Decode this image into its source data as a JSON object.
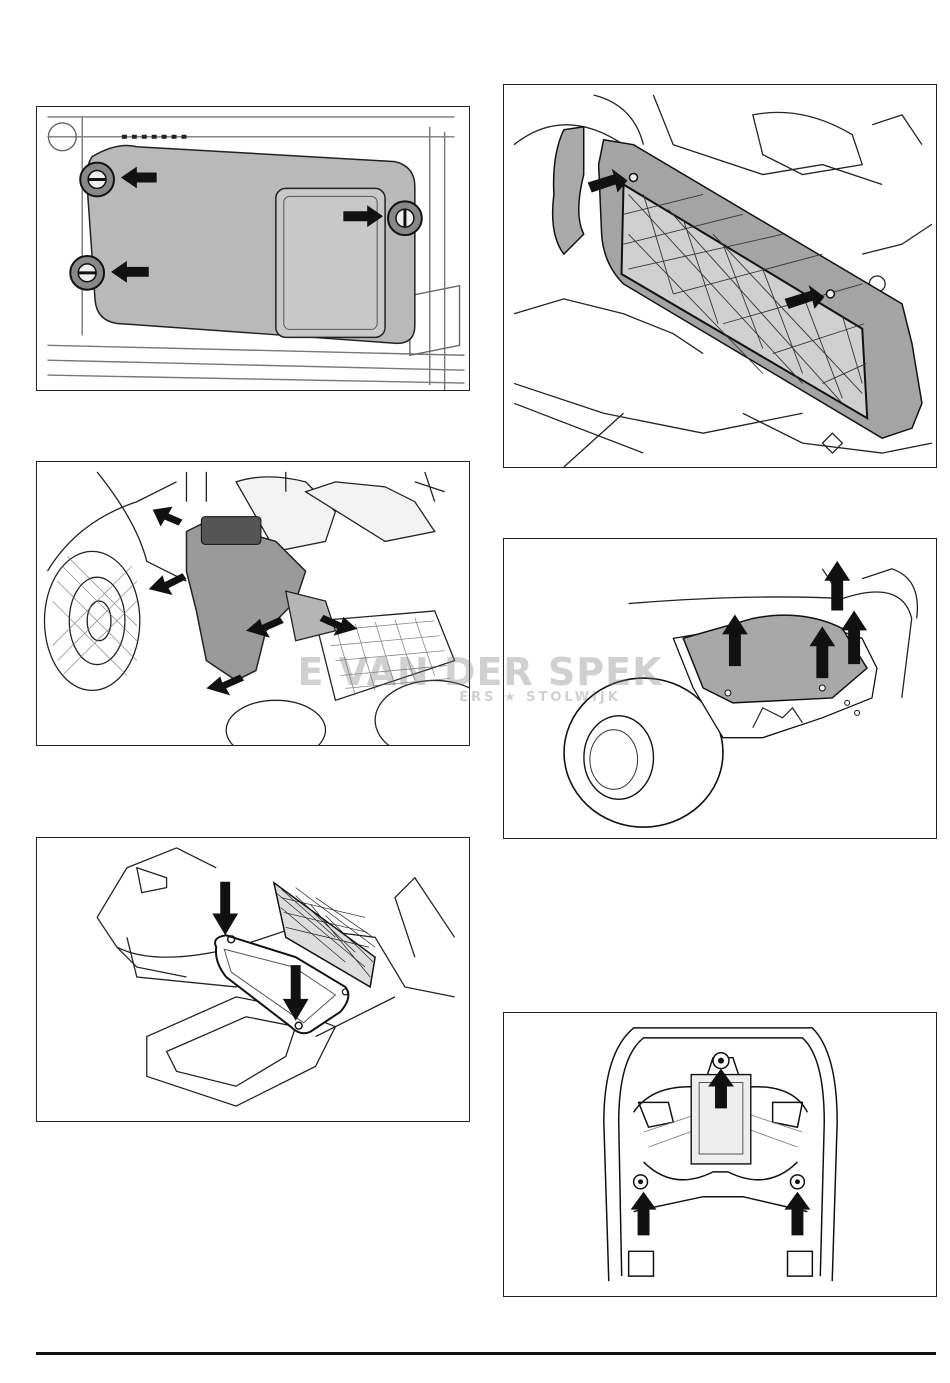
{
  "watermark": {
    "main": "E VAN DER SPEK",
    "sub": "ERS ★ STOLWIJK"
  },
  "figures": [
    {
      "name": "side-cover-knobs",
      "arrow_count": 3
    },
    {
      "name": "side-panel-removal",
      "arrow_count": 5
    },
    {
      "name": "floor-cover-screws",
      "arrow_count": 2
    },
    {
      "name": "battery-cover-net",
      "arrow_count": 2
    },
    {
      "name": "fender-cover-lift",
      "arrow_count": 4
    },
    {
      "name": "rear-frame-screws",
      "arrow_count": 3
    }
  ]
}
